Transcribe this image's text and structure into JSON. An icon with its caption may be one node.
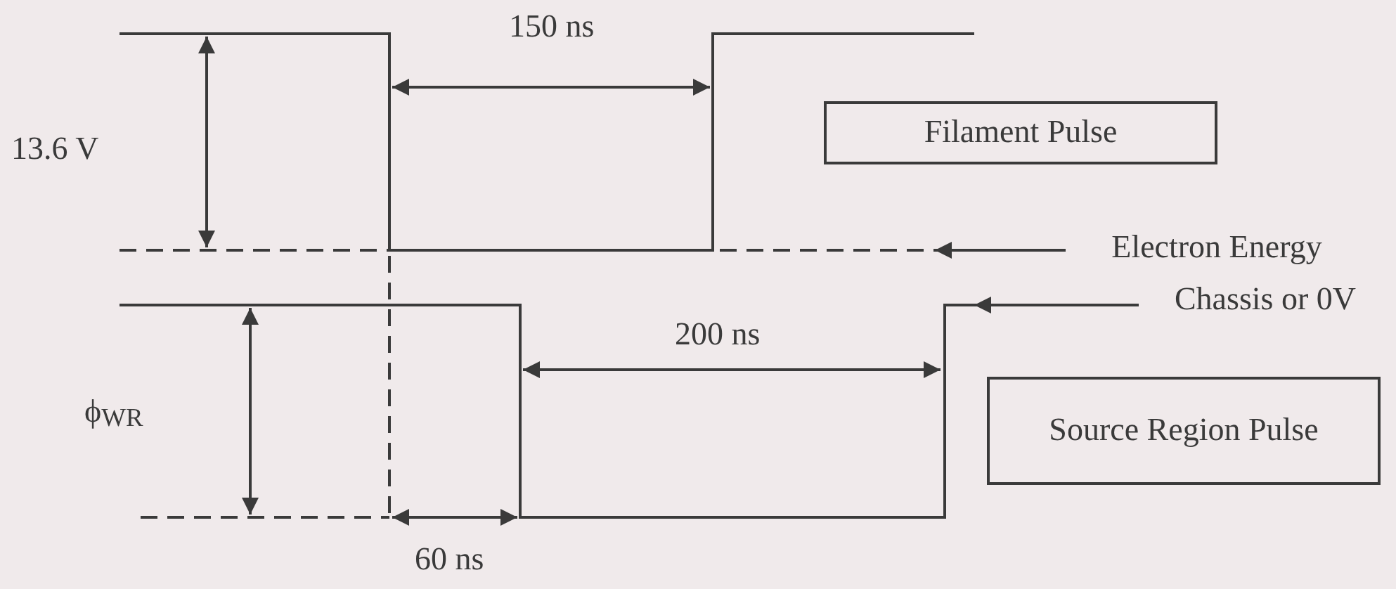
{
  "diagram": {
    "nodes": [
      {
        "text": [
          "Filament Pulse"
        ]
      },
      {
        "text": [
          "Source Region Pulse"
        ]
      },
      {
        "text": [
          "Electron Energy"
        ]
      },
      {
        "text": [
          "Chassis or 0V"
        ]
      }
    ],
    "edges": [
      {
        "from": 2,
        "to": null,
        "arrow": "to"
      },
      {
        "from": 3,
        "to": null,
        "arrow": "to"
      }
    ],
    "labels": [
      "150 ns",
      "13.6 V",
      "200 ns",
      "ϕ$_{WR}$",
      "60 ns"
    ]
  }
}
